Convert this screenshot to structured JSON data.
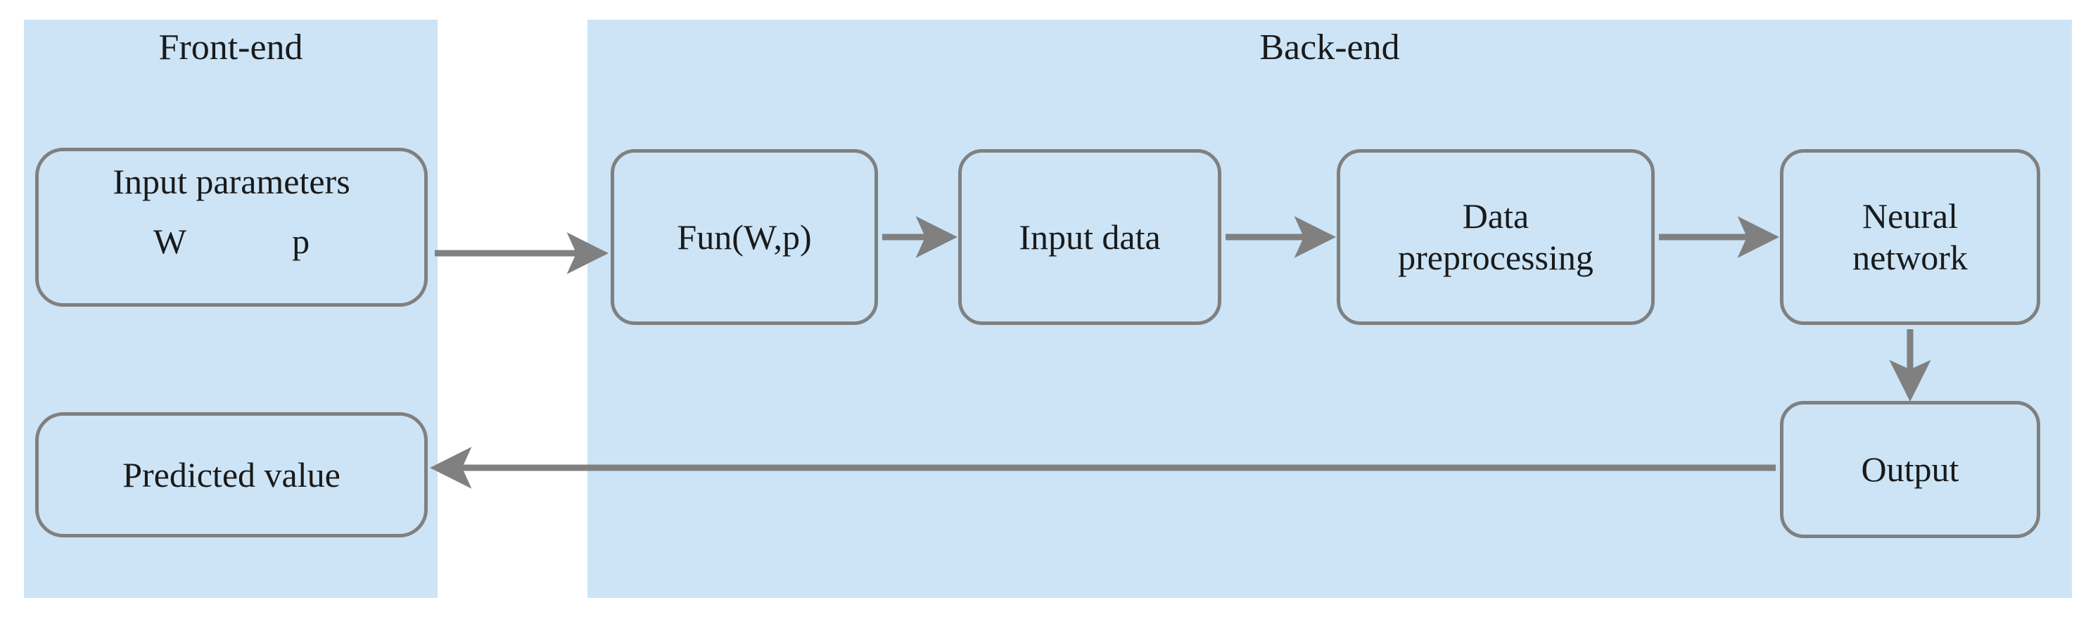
{
  "diagram": {
    "title_frontend": "Front-end",
    "title_backend": "Back-end",
    "colors": {
      "panel_fill": "#cce4f6",
      "node_border": "#808080",
      "arrow": "#808080",
      "text": "#1a1a1a",
      "page_background": "#ffffff"
    },
    "panels": [
      {
        "key": "frontend",
        "label": "Front-end"
      },
      {
        "key": "backend",
        "label": "Back-end"
      }
    ],
    "nodes": {
      "input_parameters": {
        "label": "Input parameters",
        "param_w": "W",
        "param_p": "p"
      },
      "predicted_value": {
        "label": "Predicted value"
      },
      "fun": {
        "label": "Fun(W,p)"
      },
      "input_data": {
        "label": "Input data"
      },
      "data_preprocessing": {
        "line1": "Data",
        "line2": "preprocessing"
      },
      "neural_network": {
        "line1": "Neural",
        "line2": "network"
      },
      "output": {
        "label": "Output"
      }
    },
    "edges": [
      {
        "from": "input_parameters",
        "to": "fun",
        "direction": "right"
      },
      {
        "from": "fun",
        "to": "input_data",
        "direction": "right"
      },
      {
        "from": "input_data",
        "to": "data_preprocessing",
        "direction": "right"
      },
      {
        "from": "data_preprocessing",
        "to": "neural_network",
        "direction": "right"
      },
      {
        "from": "neural_network",
        "to": "output",
        "direction": "down"
      },
      {
        "from": "output",
        "to": "predicted_value",
        "direction": "left"
      }
    ]
  }
}
